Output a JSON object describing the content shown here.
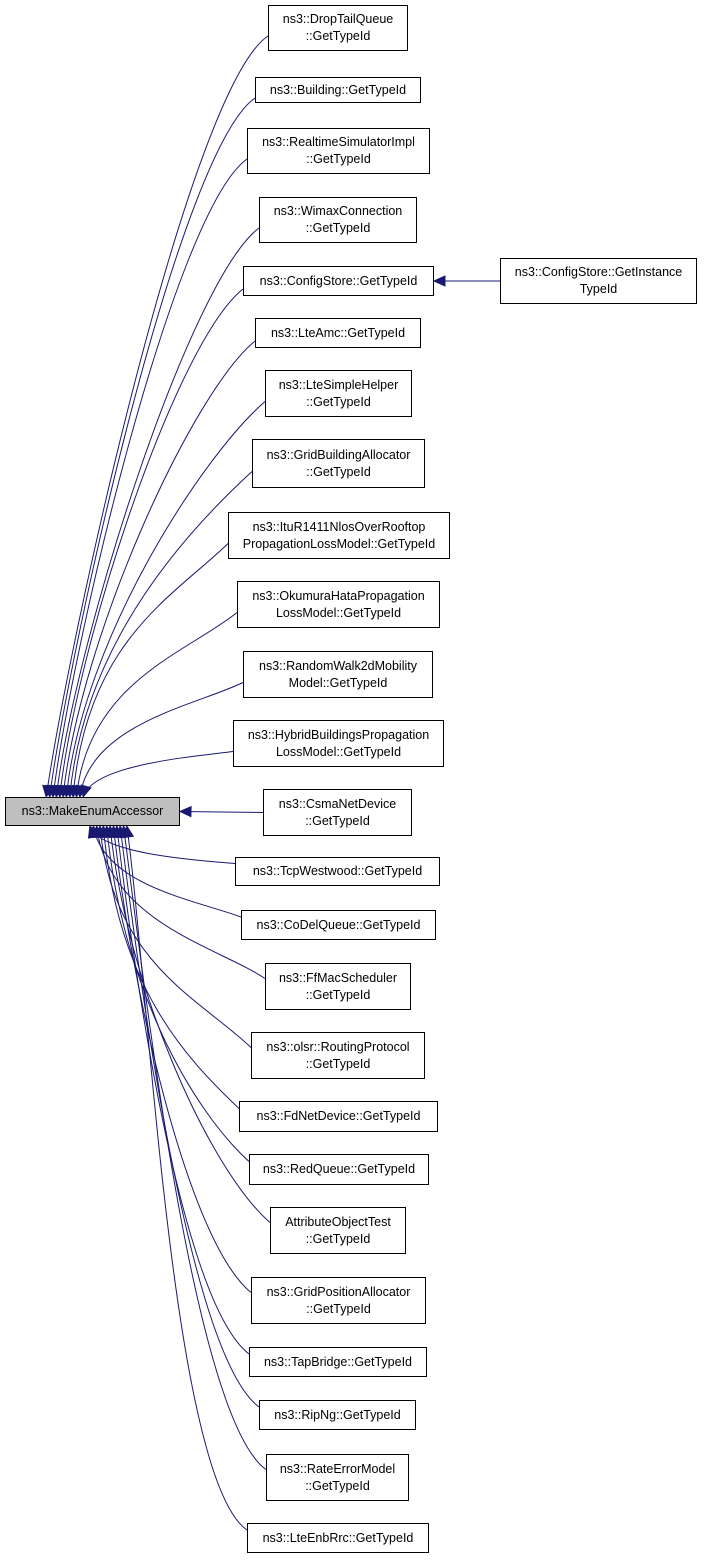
{
  "root": {
    "label": "ns3::MakeEnumAccessor"
  },
  "callers": [
    {
      "id": "droptailqueue",
      "lines": [
        "ns3::DropTailQueue",
        "::GetTypeId"
      ]
    },
    {
      "id": "building",
      "lines": [
        "ns3::Building::GetTypeId"
      ]
    },
    {
      "id": "realtimesimulatorimpl",
      "lines": [
        "ns3::RealtimeSimulatorImpl",
        "::GetTypeId"
      ]
    },
    {
      "id": "wimaxconnection",
      "lines": [
        "ns3::WimaxConnection",
        "::GetTypeId"
      ]
    },
    {
      "id": "configstore",
      "lines": [
        "ns3::ConfigStore::GetTypeId"
      ]
    },
    {
      "id": "lteamc",
      "lines": [
        "ns3::LteAmc::GetTypeId"
      ]
    },
    {
      "id": "ltesimplehelper",
      "lines": [
        "ns3::LteSimpleHelper",
        "::GetTypeId"
      ]
    },
    {
      "id": "gridbuildingallocator",
      "lines": [
        "ns3::GridBuildingAllocator",
        "::GetTypeId"
      ]
    },
    {
      "id": "itur1411",
      "lines": [
        "ns3::ItuR1411NlosOverRooftop",
        "PropagationLossModel::GetTypeId"
      ]
    },
    {
      "id": "okumurahata",
      "lines": [
        "ns3::OkumuraHataPropagation",
        "LossModel::GetTypeId"
      ]
    },
    {
      "id": "randomwalk2d",
      "lines": [
        "ns3::RandomWalk2dMobility",
        "Model::GetTypeId"
      ]
    },
    {
      "id": "hybridbuildings",
      "lines": [
        "ns3::HybridBuildingsPropagation",
        "LossModel::GetTypeId"
      ]
    },
    {
      "id": "csmanetdevice",
      "lines": [
        "ns3::CsmaNetDevice",
        "::GetTypeId"
      ]
    },
    {
      "id": "tcpwestwood",
      "lines": [
        "ns3::TcpWestwood::GetTypeId"
      ]
    },
    {
      "id": "codelqueue",
      "lines": [
        "ns3::CoDelQueue::GetTypeId"
      ]
    },
    {
      "id": "ffmacscheduler",
      "lines": [
        "ns3::FfMacScheduler",
        "::GetTypeId"
      ]
    },
    {
      "id": "olsrrouting",
      "lines": [
        "ns3::olsr::RoutingProtocol",
        "::GetTypeId"
      ]
    },
    {
      "id": "fdnetdevice",
      "lines": [
        "ns3::FdNetDevice::GetTypeId"
      ]
    },
    {
      "id": "redqueue",
      "lines": [
        "ns3::RedQueue::GetTypeId"
      ]
    },
    {
      "id": "attributeobjecttest",
      "lines": [
        "AttributeObjectTest",
        "::GetTypeId"
      ]
    },
    {
      "id": "gridpositionallocator",
      "lines": [
        "ns3::GridPositionAllocator",
        "::GetTypeId"
      ]
    },
    {
      "id": "tapbridge",
      "lines": [
        "ns3::TapBridge::GetTypeId"
      ]
    },
    {
      "id": "ripng",
      "lines": [
        "ns3::RipNg::GetTypeId"
      ]
    },
    {
      "id": "rateerrormodel",
      "lines": [
        "ns3::RateErrorModel",
        "::GetTypeId"
      ]
    },
    {
      "id": "lteenbrrc",
      "lines": [
        "ns3::LteEnbRrc::GetTypeId"
      ]
    }
  ],
  "secondary": [
    {
      "id": "configstore-getinstancetypeid",
      "calls": "configstore",
      "lines": [
        "ns3::ConfigStore::GetInstance",
        "TypeId"
      ]
    }
  ],
  "colors": {
    "edge": "#191970",
    "root_fill": "#bfbfbf",
    "node_border": "#000000"
  }
}
